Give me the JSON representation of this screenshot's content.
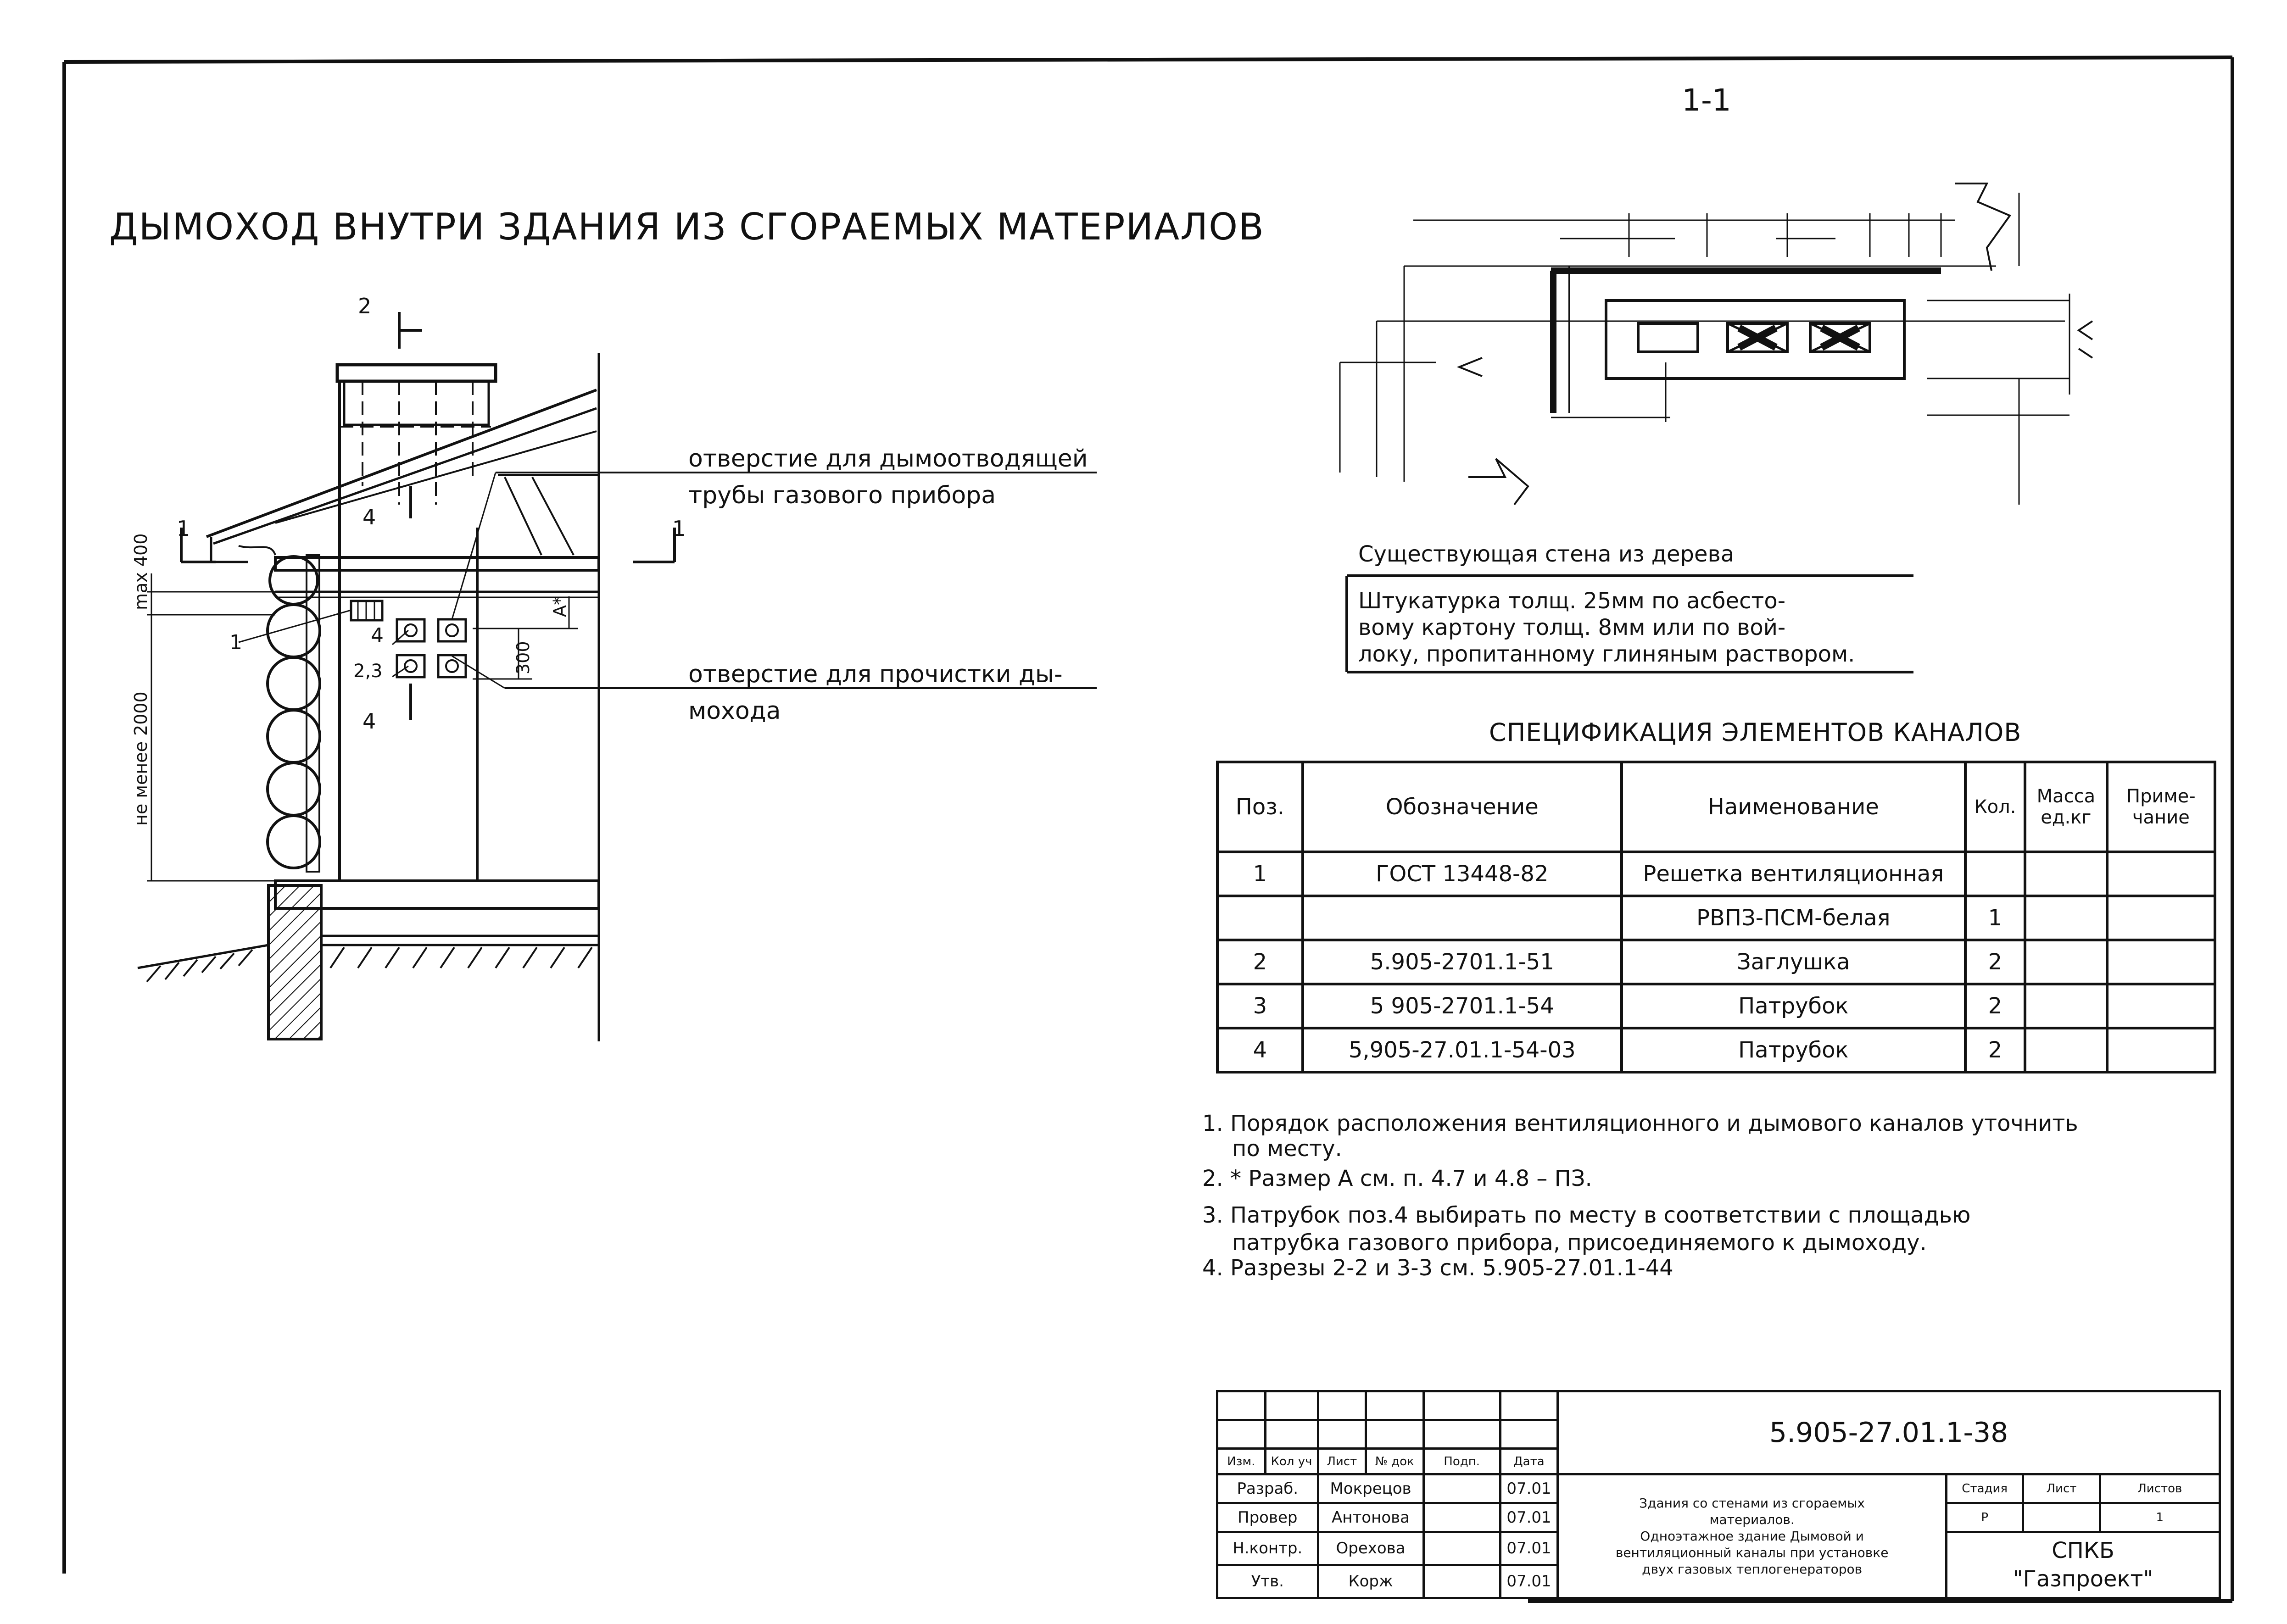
{
  "title": "ДЫМОХОД ВНУТРИ ЗДАНИЯ ИЗ СГОРАЕМЫХ МАТЕРИАЛОВ",
  "section_label": "1-1",
  "callouts": {
    "flue_hole_line1": "отверстие для дымоотводящей",
    "flue_hole_line2": "трубы газового прибора",
    "cleaning_hole_line1": "отверстие для прочистки ды-",
    "cleaning_hole_line2": "мохода"
  },
  "elevation_dims": {
    "max400": "max 400",
    "min2000": "не менее 2000",
    "d300": "300",
    "a_star": "A*",
    "cut1_left": "1",
    "cut1_right": "1",
    "cut2": "2",
    "cut4_top": "4",
    "cut4_bottom": "4",
    "pos1": "1",
    "pos4": "4",
    "pos23": "2,3"
  },
  "materials": {
    "wall": "Существующая стена из дерева",
    "plaster_line1": "Штукатурка толщ. 25мм по асбесто-",
    "plaster_line2": "вому картону толщ. 8мм или по вой-",
    "plaster_line3": "локу, пропитанному глиняным раствором."
  },
  "spec": {
    "title": "СПЕЦИФИКАЦИЯ ЭЛЕМЕНТОВ КАНАЛОВ",
    "headers": {
      "pos": "Поз.",
      "designation": "Обозначение",
      "name": "Наименование",
      "qty": "Кол.",
      "mass1": "Масса",
      "mass2": "ед.кг",
      "note1": "Приме-",
      "note2": "чание"
    },
    "rows": [
      {
        "pos": "1",
        "designation": "ГОСТ 13448-82",
        "name": "Решетка вентиляционная",
        "qty": ""
      },
      {
        "pos": "",
        "designation": "",
        "name": "РВПЗ-ПСМ-белая",
        "qty": "1"
      },
      {
        "pos": "2",
        "designation": "5.905-2701.1-51",
        "name": "Заглушка",
        "qty": "2"
      },
      {
        "pos": "3",
        "designation": "5 905-2701.1-54",
        "name": "Патрубок",
        "qty": "2"
      },
      {
        "pos": "4",
        "designation": "5,905-27.01.1-54-03",
        "name": "Патрубок",
        "qty": "2"
      }
    ]
  },
  "notes": {
    "n1_line1": "1. Порядок расположения вентиляционного и дымового каналов уточнить",
    "n1_line2": "по месту.",
    "n2": "2. * Размер А см. п. 4.7 и 4.8 – ПЗ.",
    "n3_line1": "3. Патрубок поз.4 выбирать по месту в соответствии с площадью",
    "n3_line2": "патрубка газового прибора, присоединяемого к дымоходу.",
    "n4": "4. Разрезы 2-2 и 3-3 см. 5.905-27.01.1-44"
  },
  "stamp": {
    "code": "5.905-27.01.1-38",
    "col_izm": "Изм.",
    "col_kol": "Кол уч",
    "col_list": "Лист",
    "col_ndok": "№ док",
    "col_podp": "Подп.",
    "col_data": "Дата",
    "roles": [
      {
        "role": "Разраб.",
        "name": "Мокрецов",
        "date": "07.01"
      },
      {
        "role": "Провер",
        "name": "Антонова",
        "date": "07.01"
      },
      {
        "role": "Н.контр.",
        "name": "Орехова",
        "date": "07.01"
      },
      {
        "role": "Утв.",
        "name": "Корж",
        "date": "07.01"
      }
    ],
    "desc_line1": "Здания со стенами из сгораемых",
    "desc_line2": "материалов.",
    "desc_line3": "Одноэтажное здание Дымовой и",
    "desc_line4": "вентиляционный каналы при установке",
    "desc_line5": "двух газовых теплогенераторов",
    "stage_label": "Стадия",
    "sheet_label": "Лист",
    "sheets_label": "Листов",
    "stage_value": "Р",
    "sheets_value": "1",
    "org_line1": "СПКБ",
    "org_line2": "\"Газпроект\""
  }
}
